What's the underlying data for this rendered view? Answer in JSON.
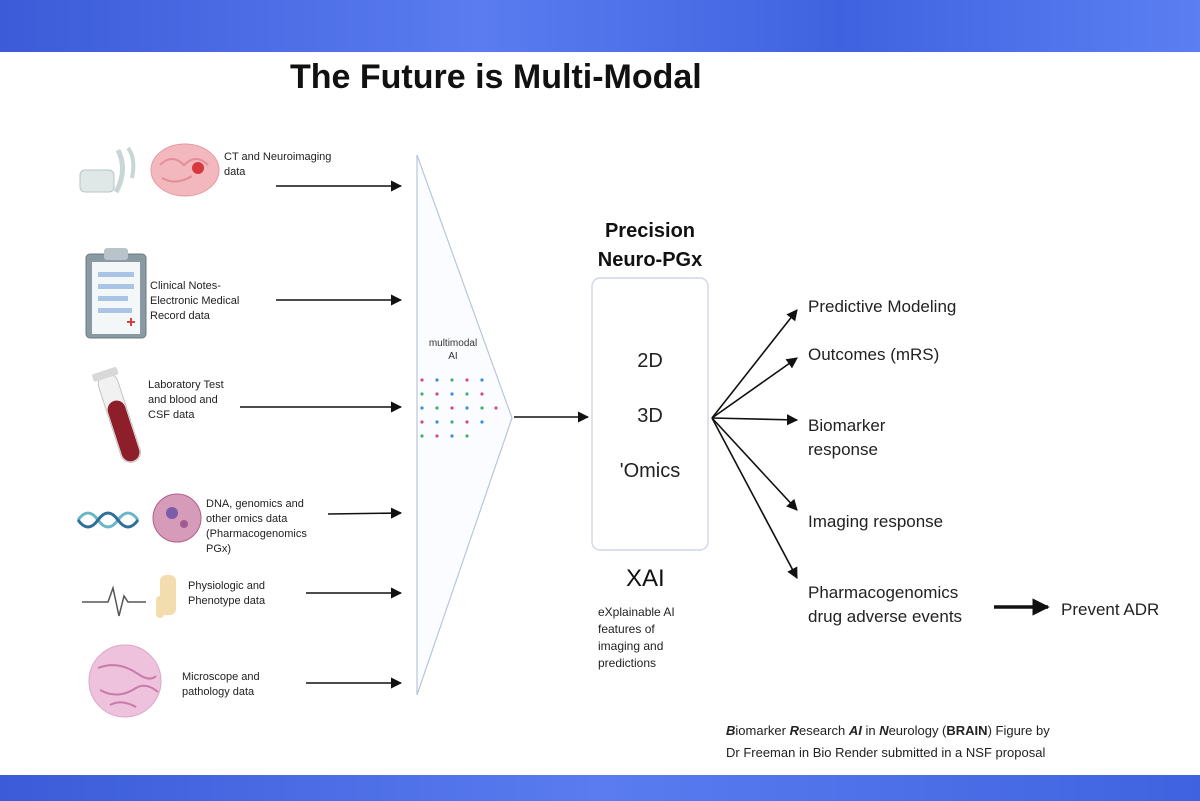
{
  "title": "The Future is Multi-Modal",
  "inputs": [
    {
      "label": "CT and Neuroimaging data",
      "icon": "brain-scan-icon"
    },
    {
      "label": "Clinical Notes-Electronic Medical Record data",
      "icon": "clipboard-icon"
    },
    {
      "label": "Laboratory Test and blood and CSF data",
      "icon": "test-tube-icon"
    },
    {
      "label": "DNA, genomics and other omics data (Pharmacogenomics PGx)",
      "icon": "dna-icon"
    },
    {
      "label": "Physiologic and Phenotype data",
      "icon": "ecg-icon"
    },
    {
      "label": "Microscope and pathology data",
      "icon": "pathology-slide-icon"
    }
  ],
  "funnel": {
    "label_line1": "multimodal",
    "label_line2": "AI"
  },
  "center": {
    "heading_line1": "Precision",
    "heading_line2": "Neuro-PGx",
    "modalities": [
      "2D",
      "3D",
      "'Omics"
    ],
    "xai": "XAI",
    "xai_description": [
      "eXplainable AI",
      "features of",
      "imaging and",
      "predictions"
    ]
  },
  "outputs": [
    "Predictive Modeling",
    "Outcomes (mRS)",
    "Biomarker response",
    "Imaging response",
    "Pharmacogenomics drug adverse events"
  ],
  "final": "Prevent ADR",
  "credit": {
    "line1_parts": [
      {
        "bold": "B",
        "rest": "iomarker "
      },
      {
        "bold": "R",
        "rest": "esearch "
      },
      {
        "bold": "AI",
        "rest": " in "
      },
      {
        "bold": "N",
        "rest": "eurology ("
      }
    ],
    "acronym": "BRAIN",
    "line1_tail": ") Figure by",
    "line2": "Dr Freeman in Bio Render submitted in a NSF proposal"
  },
  "colors": {
    "band": "#4a6be6",
    "arrow": "#111111",
    "box_border": "#cfd6e6"
  }
}
